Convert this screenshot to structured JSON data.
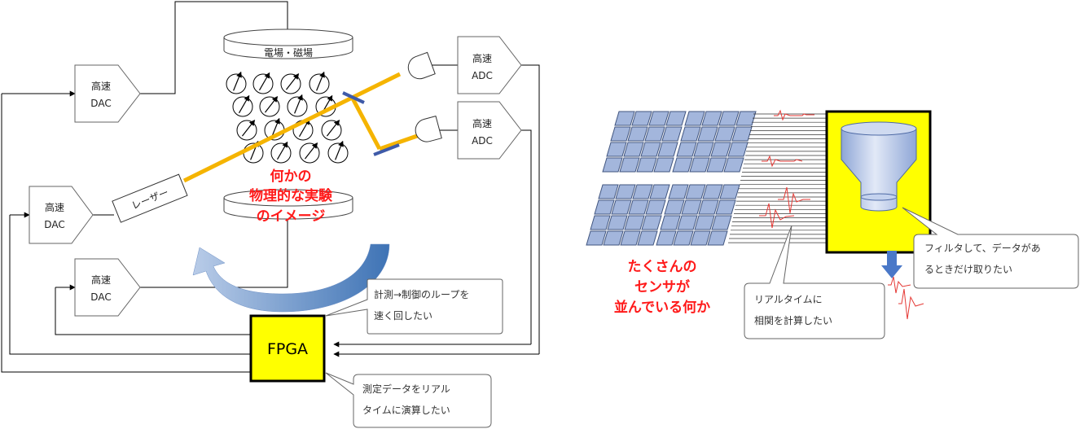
{
  "experiment": {
    "field_label": "電場・磁場",
    "laser_label": "レーザー",
    "caption_lines": [
      "何かの",
      "物理的な実験",
      "のイメージ"
    ]
  },
  "dac_blocks": [
    {
      "title": "高速",
      "sub": "DAC"
    },
    {
      "title": "高速",
      "sub": "DAC"
    },
    {
      "title": "高速",
      "sub": "DAC"
    }
  ],
  "adc_blocks": [
    {
      "title": "高速",
      "sub": "ADC"
    },
    {
      "title": "高速",
      "sub": "ADC"
    }
  ],
  "fpga_label": "FPGA",
  "callouts": {
    "loop": [
      "計測→制御のループを",
      "速く回したい"
    ],
    "realtime_calc": [
      "測定データをリアル",
      "タイムに演算したい"
    ],
    "correlation": [
      "リアルタイムに",
      "相関を計算したい"
    ],
    "filter": [
      "フィルタして、データがあ",
      "るときだけ取りたい"
    ]
  },
  "sensor_caption_lines": [
    "たくさんの",
    "センサが",
    "並んでいる何か"
  ],
  "colors": {
    "laser_beam": "#f5b400",
    "fpga_fill": "#ffff00",
    "caption_red": "#ff1a1a",
    "loop_arrow": "#3e73b5",
    "panel_cell": "#a3b6dc",
    "signal_red": "#e53935"
  }
}
